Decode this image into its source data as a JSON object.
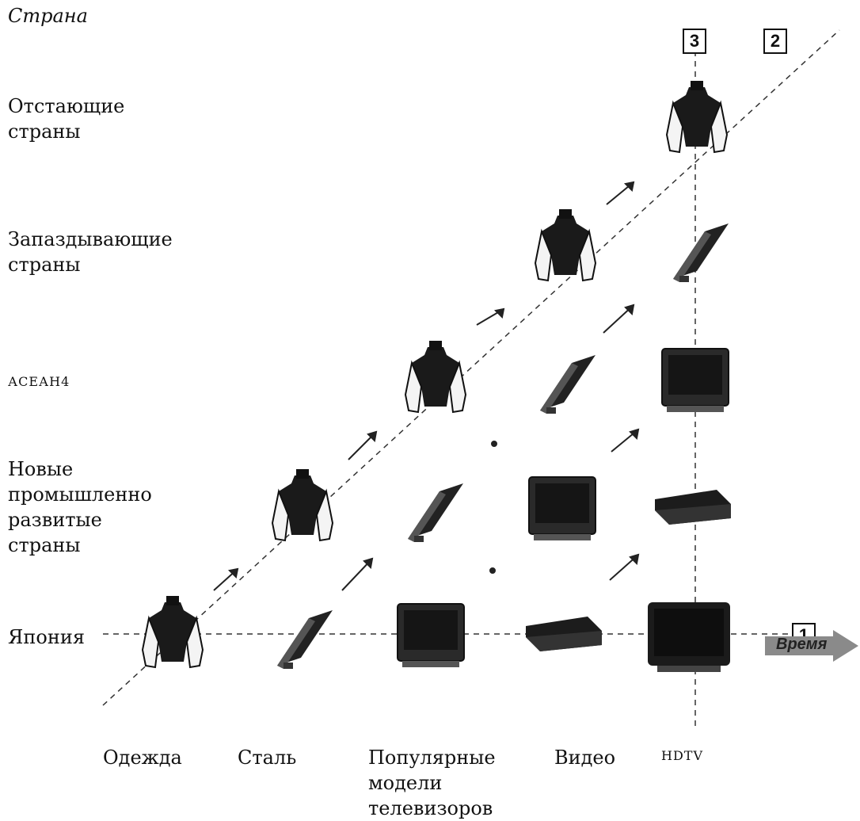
{
  "axis_title": "Страна",
  "rows": [
    {
      "id": "lagging",
      "label": "Отстающие\nстраны"
    },
    {
      "id": "late",
      "label": "Запаздывающие\nстраны"
    },
    {
      "id": "asean",
      "label": "АСЕАН4"
    },
    {
      "id": "nic",
      "label": "Новые\nпромышленно\nразвитые\nстраны"
    },
    {
      "id": "japan",
      "label": "Япония"
    }
  ],
  "columns": [
    {
      "id": "clothing",
      "label": "Одежда",
      "icon": "clothing-icon"
    },
    {
      "id": "steel",
      "label": "Сталь",
      "icon": "steel-beam-icon"
    },
    {
      "id": "tv",
      "label": "Популярные\nмодели\nтелевизоров",
      "icon": "tv-icon"
    },
    {
      "id": "video",
      "label": "Видео",
      "icon": "vcr-icon"
    },
    {
      "id": "hdtv",
      "label": "HDTV",
      "icon": "hdtv-icon"
    }
  ],
  "markers": {
    "one": "1",
    "two": "2",
    "three": "3"
  },
  "time_label": "Время",
  "colors": {
    "ink": "#111111",
    "line": "#333333"
  }
}
